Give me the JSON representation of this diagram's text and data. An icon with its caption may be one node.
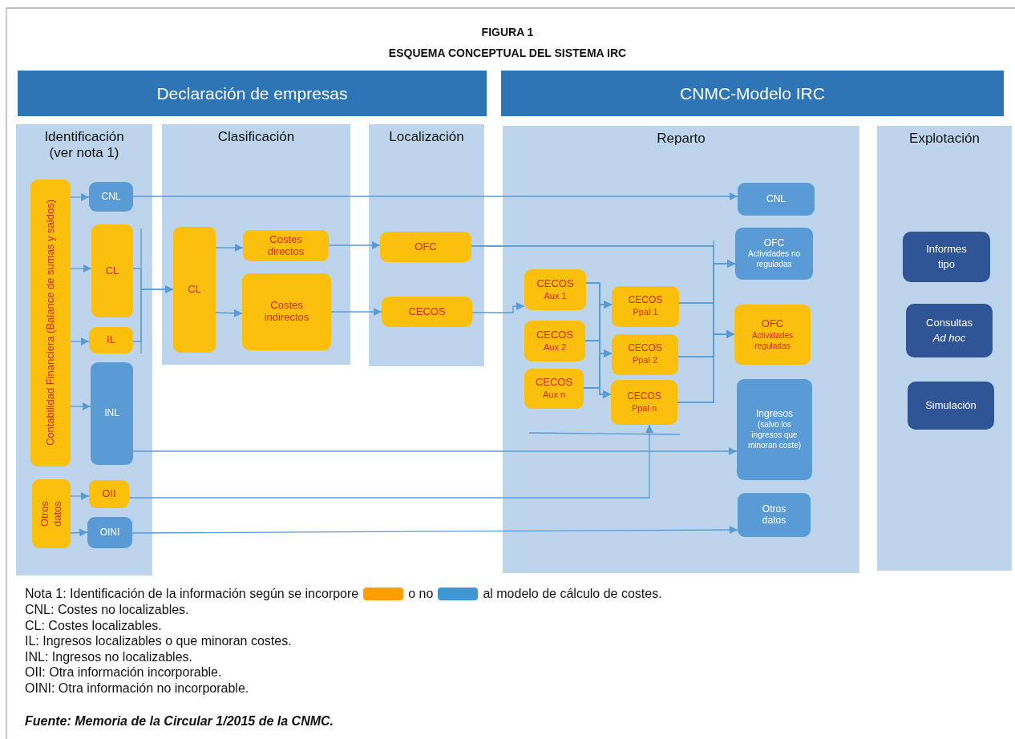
{
  "diagram": {
    "title": "FIGURA 1",
    "caption": "Fuente: Memoria de la Circular 1/2015 de la CNMC.",
    "nodes": [
      {
        "text": [
          "Declaración de empresas"
        ]
      },
      {
        "text": [
          "CNMC-Modelo IRC"
        ]
      },
      {
        "text": [
          "Identificación (ver nota 1)"
        ]
      },
      {
        "text": [
          "Clasificación"
        ]
      },
      {
        "text": [
          "Localización"
        ]
      },
      {
        "text": [
          "Reparto"
        ]
      },
      {
        "text": [
          "Explotación"
        ]
      },
      {
        "text": [
          "Contabilidad Financiera (Balance de sumas y saldos)"
        ],
        "in": 2
      },
      {
        "text": [
          "CNL"
        ],
        "in": 2
      },
      {
        "text": [
          "CL"
        ],
        "in": 2
      },
      {
        "text": [
          "IL"
        ],
        "in": 2
      },
      {
        "text": [
          "INL"
        ],
        "in": 2
      },
      {
        "text": [
          "Otros datos"
        ],
        "in": 2
      },
      {
        "text": [
          "OII"
        ],
        "in": 2
      },
      {
        "text": [
          "OINI"
        ],
        "in": 2
      },
      {
        "text": [
          "CL"
        ],
        "in": 3
      },
      {
        "text": [
          "Costes directos"
        ],
        "in": 3
      },
      {
        "text": [
          "Costes indirectos"
        ],
        "in": 3
      },
      {
        "text": [
          "OFC"
        ],
        "in": 4
      },
      {
        "text": [
          "CECOS"
        ],
        "in": 4
      },
      {
        "text": [
          "CECOS",
          "Aux 1"
        ],
        "in": 5
      },
      {
        "text": [
          "CECOS",
          "Aux 2"
        ],
        "in": 5
      },
      {
        "text": [
          "CECOS",
          "Aux  n"
        ],
        "in": 5
      },
      {
        "text": [
          "CECOS",
          "Ppal 1"
        ],
        "in": 5
      },
      {
        "text": [
          "CECOS",
          "Ppal 2"
        ],
        "in": 5
      },
      {
        "text": [
          "CECOS",
          "Ppal n"
        ],
        "in": 5
      },
      {
        "text": [
          "CNL"
        ],
        "in": 5
      },
      {
        "text": [
          "OFC",
          "Actividades no reguladas"
        ],
        "in": 5
      },
      {
        "text": [
          "OFC",
          "Actividades reguladas"
        ],
        "in": 5
      },
      {
        "text": [
          "Ingresos",
          "(salvo los ingresos que minoran coste)"
        ],
        "in": 5
      },
      {
        "text": [
          "Otros datos"
        ],
        "in": 5
      },
      {
        "text": [
          "Informes tipo"
        ],
        "in": 6
      },
      {
        "text": [
          "Consultas *Ad hoc*"
        ],
        "in": 6
      },
      {
        "text": [
          "Simulación"
        ],
        "in": 6
      }
    ],
    "edges": [
      {
        "from": 7,
        "to": 8,
        "arrow": "to"
      },
      {
        "from": 7,
        "to": 9,
        "arrow": "to"
      },
      {
        "from": 7,
        "to": 10,
        "arrow": "to"
      },
      {
        "from": 7,
        "to": 11,
        "arrow": "to"
      },
      {
        "from": 8,
        "to": 26,
        "arrow": "to"
      },
      {
        "from": 9,
        "to": 15,
        "arrow": "to"
      },
      {
        "from": 15,
        "to": 16,
        "arrow": "to"
      },
      {
        "from": 15,
        "to": 17,
        "arrow": "to"
      },
      {
        "from": 16,
        "to": 18,
        "arrow": "to"
      },
      {
        "from": 17,
        "to": 19,
        "arrow": "to"
      },
      {
        "from": 19,
        "to": 20,
        "arrow": "to"
      },
      {
        "from": 20,
        "to": 23,
        "arrow": "to"
      },
      {
        "from": 20,
        "to": 24,
        "arrow": "to"
      },
      {
        "from": 20,
        "to": 25,
        "arrow": "to"
      },
      {
        "from": 21,
        "to": 23,
        "arrow": "to"
      },
      {
        "from": 21,
        "to": 24,
        "arrow": "to"
      },
      {
        "from": 21,
        "to": 25,
        "arrow": "to"
      },
      {
        "from": 22,
        "to": 23,
        "arrow": "to"
      },
      {
        "from": 22,
        "to": 24,
        "arrow": "to"
      },
      {
        "from": 22,
        "to": 25,
        "arrow": "to"
      },
      {
        "from": 18,
        "to": 27,
        "arrow": "to"
      },
      {
        "from": 18,
        "to": 28,
        "arrow": "to"
      },
      {
        "from": 23,
        "to": 27,
        "arrow": "to"
      },
      {
        "from": 23,
        "to": 28,
        "arrow": "to"
      },
      {
        "from": 24,
        "to": 27,
        "arrow": "to"
      },
      {
        "from": 24,
        "to": 28,
        "arrow": "to"
      },
      {
        "from": 25,
        "to": 27,
        "arrow": "to"
      },
      {
        "from": 25,
        "to": 28,
        "arrow": "to"
      },
      {
        "from": 11,
        "to": 29,
        "arrow": "to"
      },
      {
        "from": 13,
        "to": 25,
        "arrow": "to"
      },
      {
        "from": 12,
        "to": 13,
        "arrow": "to"
      },
      {
        "from": 12,
        "to": 14,
        "arrow": "to"
      },
      {
        "from": 14,
        "to": 30,
        "arrow": "to"
      },
      {
        "from": 10,
        "to": 15,
        "arrow": "to"
      }
    ],
    "labels": [
      "ESQUEMA CONCEPTUAL DEL SISTEMA IRC",
      "Nota 1: Identificación de la información según se incorpore",
      "CNL: Costes no localizables.",
      "CL: Costes localizables.",
      "IL: Ingresos localizables o que minoran costes.",
      "INL: Ingresos no localizables.",
      "OII: Otra información incorporable.",
      "OINI: Otra información no incorporable."
    ],
    "legend": [
      {
        "text": "o no",
        "color": "#ff9e00"
      },
      {
        "text": "al modelo de cálculo de costes.",
        "color": "#3f97d2"
      }
    ]
  }
}
